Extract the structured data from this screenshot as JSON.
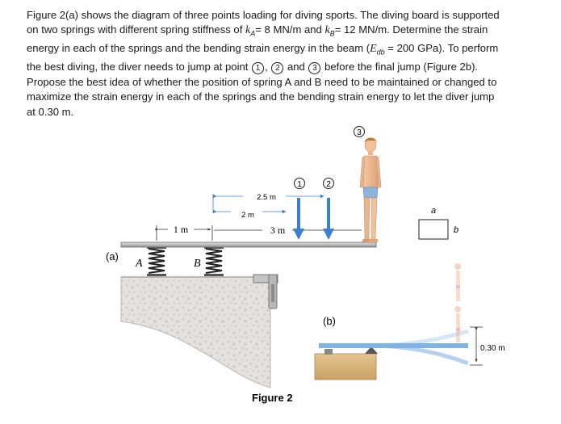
{
  "problem": {
    "line1": "Figure 2(a) shows the diagram of three points loading for diving sports. The diving board is supported",
    "line2_a": "on two springs with different spring stiffness of ",
    "kA_sym": "k",
    "kA_sub": "A",
    "kA_val": "= 8 MN/m and ",
    "kB_sym": "k",
    "kB_sub": "B",
    "kB_val": "= 12 MN/m.  Determine the strain",
    "line3_a": "energy in each of the springs and the bending strain energy in the beam (",
    "E_sym": "E",
    "E_sub": "db",
    "E_val": " = 200 GPa).  To perform",
    "line4_a": "the best diving, the diver needs to jump at point ",
    "p1": "1",
    "sep1": ", ",
    "p2": "2",
    "and": " and ",
    "p3": "3",
    "line4_b": " before the final jump (Figure 2b).",
    "line5": "Propose the best idea of whether the position of spring A and B need to be maintained or changed to",
    "line6": "maximize the strain energy in each of the springs and the bending strain energy to let the diver jump",
    "line7": "at 0.30 m."
  },
  "figure": {
    "label_a": "(a)",
    "label_b": "(b)",
    "spring_a": "A",
    "spring_b": "B",
    "dim_1m": "1 m",
    "dim_2m": "2 m",
    "dim_25m": "2.5 m",
    "dim_3m": "3 m",
    "point1": "1",
    "point2": "2",
    "point3": "3",
    "cs_a": "a",
    "cs_b": "b",
    "height": "0.30 m",
    "caption": "Figure 2"
  }
}
